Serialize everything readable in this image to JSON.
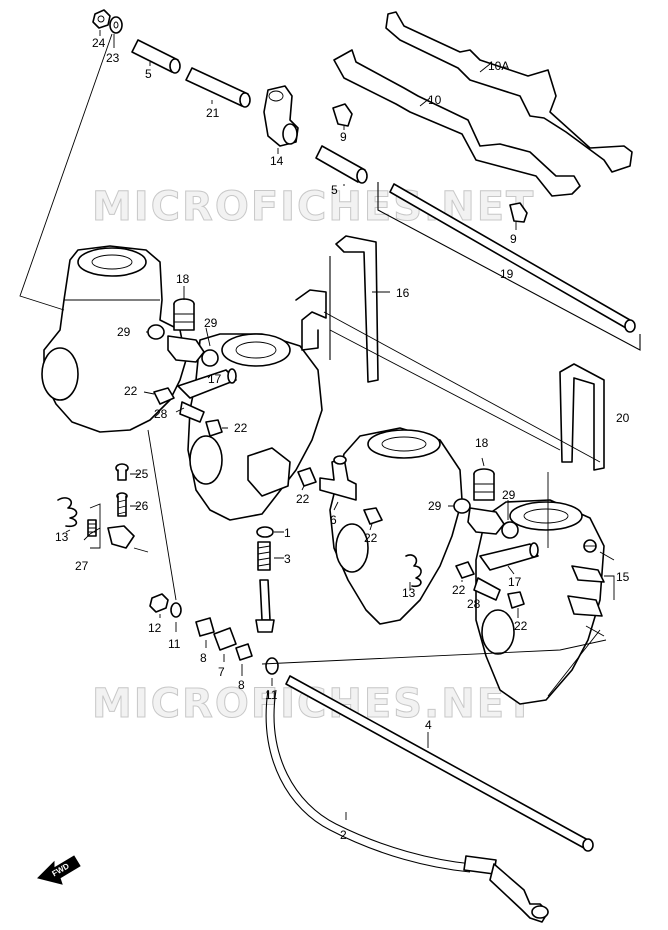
{
  "watermark_top": "MICROFICHES.NET",
  "watermark_bottom": "MICROFICHES.NET",
  "fwd_label": "FWD",
  "callouts": {
    "c24": "24",
    "c23": "23",
    "c5a": "5",
    "c21": "21",
    "c14": "14",
    "c9a": "9",
    "c10": "10",
    "c10A": "10A",
    "c5b": "5",
    "c9b": "9",
    "c19": "19",
    "c16": "16",
    "c18a": "18",
    "c29a": "29",
    "c29b": "29",
    "c22a": "22",
    "c17a": "17",
    "c28a": "28",
    "c22b": "22",
    "c20": "20",
    "c25": "25",
    "c26": "26",
    "c13a": "13",
    "c27": "27",
    "c22c": "22",
    "c6": "6",
    "c22d": "22",
    "c18b": "18",
    "c29c": "29",
    "c29d": "29",
    "c1": "1",
    "c3": "3",
    "c13b": "13",
    "c22e": "22",
    "c17b": "17",
    "c28b": "28",
    "c22f": "22",
    "c15": "15",
    "c12": "12",
    "c11a": "11",
    "c8a": "8",
    "c7": "7",
    "c8b": "8",
    "c11b": "11",
    "c4": "4",
    "c2": "2"
  }
}
